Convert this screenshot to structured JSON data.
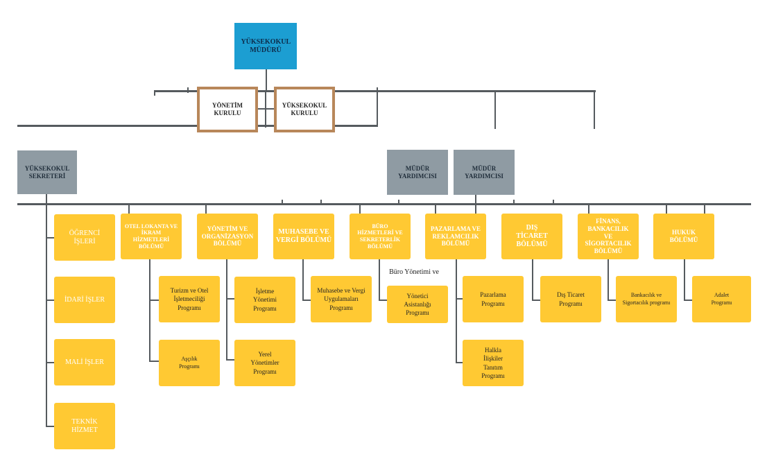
{
  "director": "YÜKSEKOKUL MÜDÜRÜ",
  "boards": {
    "management_board": "YÖNETİM KURULU",
    "school_board": "YÜKSEKOKUL KURULU"
  },
  "secretary": "YÜKSEKOKUL SEKRETERİ",
  "assistant_directors": [
    "MÜDÜR YARDIMCISI",
    "MÜDÜR YARDIMCISI"
  ],
  "offices": [
    "ÖĞRENCİ İŞLERİ",
    "İDARİ İŞLER",
    "MALİ İŞLER",
    "TEKNİK HİZMET"
  ],
  "departments": [
    {
      "name": "OTEL LOKANTA VE İKRAM HİZMETLERİ BÖLÜMÜ",
      "programs": [
        "Turizm ve Otel İşletmeciliği Programı",
        "Aşçılık Programı"
      ]
    },
    {
      "name": "YÖNETİM VE ORGANİZASYON BÖLÜMÜ",
      "programs": [
        "İşletme Yönetimi Programı",
        "Yerel Yönetimler Programı"
      ]
    },
    {
      "name": "MUHASEBE VE VERGİ BÖLÜMÜ",
      "programs": [
        "Muhasebe ve Vergi Uygulamaları Programı"
      ]
    },
    {
      "name": "BÜRO HİZMETLERİ VE SEKRETERLİK BÖLÜMÜ",
      "programs": [
        "Yönetici Asistanlığı Programı"
      ],
      "program_header": "Büro Yönetimi ve"
    },
    {
      "name": "PAZARLAMA VE REKLAMCILIK BÖLÜMÜ",
      "programs": [
        "Pazarlama Programı",
        "Halkla İlişkiler Tanıtım Programı"
      ]
    },
    {
      "name": "DIŞ TİCARET BÖLÜMÜ",
      "programs": [
        "Dış Ticaret Programı"
      ]
    },
    {
      "name": "FİNANS, BANKACILIK VE SİGORTACILIK BÖLÜMÜ",
      "programs": [
        "Bankacılık ve Sigortacılık programı"
      ]
    },
    {
      "name": "HUKUK BÖLÜMÜ",
      "programs": [
        "Adalet Programı"
      ]
    }
  ],
  "colors": {
    "director": "#1c9ed2",
    "board_border": "#b8875a",
    "admin_grey": "#8f9ba3",
    "department_yellow": "#ffc933",
    "line": "#555a5e"
  }
}
